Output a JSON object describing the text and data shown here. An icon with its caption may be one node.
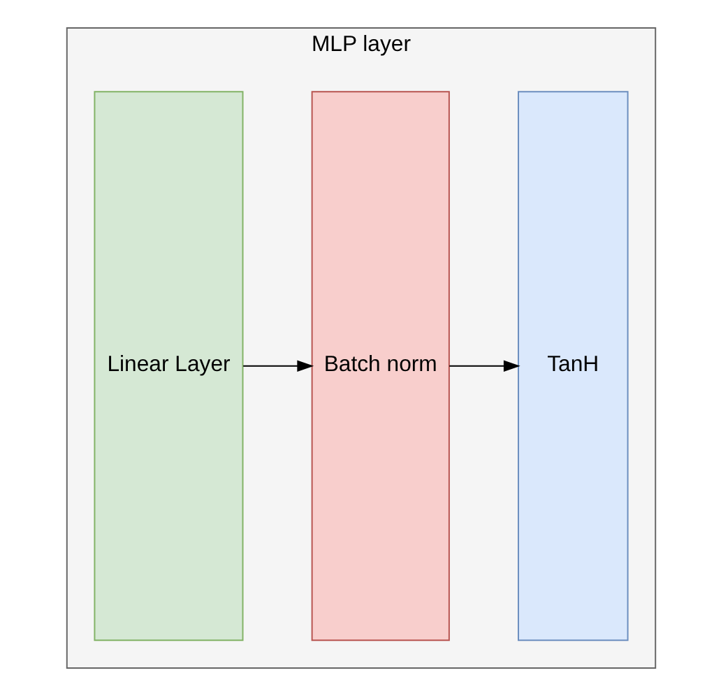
{
  "diagram": {
    "nodes": [
      {
        "text": [
          "MLP layer"
        ]
      },
      {
        "text": [
          "Linear Layer"
        ],
        "in": 0
      },
      {
        "text": [
          "Batch norm"
        ],
        "in": 0
      },
      {
        "text": [
          "TanH"
        ],
        "in": 0
      }
    ],
    "edges": [
      {
        "from": 1,
        "to": 2,
        "arrow": "to"
      },
      {
        "from": 2,
        "to": 3,
        "arrow": "to"
      }
    ]
  }
}
